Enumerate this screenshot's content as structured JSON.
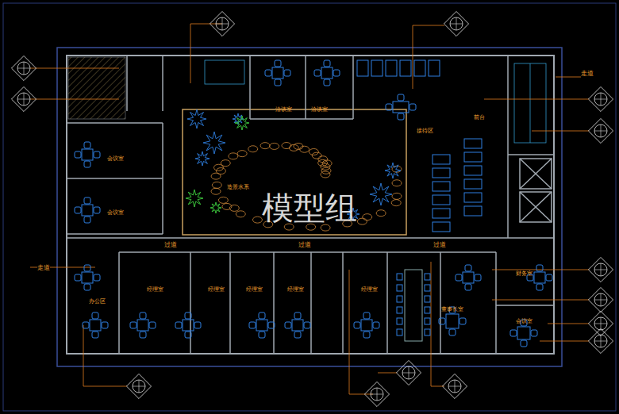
{
  "diagram": {
    "nodes": [
      {
        "text": [
          "会议室"
        ]
      },
      {
        "text": [
          "会议室"
        ]
      },
      {
        "text": [
          "洽谈室"
        ]
      },
      {
        "text": [
          "洽谈室"
        ]
      },
      {
        "text": [
          "造景水系"
        ]
      },
      {
        "text": [
          "接待区"
        ]
      },
      {
        "text": [
          "前台"
        ]
      },
      {
        "text": [
          "办公区"
        ]
      },
      {
        "text": [
          "经理室"
        ]
      },
      {
        "text": [
          "经理室"
        ]
      },
      {
        "text": [
          "经理室"
        ]
      },
      {
        "text": [
          "经理室"
        ]
      },
      {
        "text": [
          "经理室"
        ]
      },
      {
        "text": [
          "董事长室"
        ]
      },
      {
        "text": [
          "财务室"
        ]
      },
      {
        "text": [
          "会议室"
        ]
      }
    ],
    "labels": [
      "走道",
      "走道",
      "过道",
      "过道",
      "过道",
      "模型组"
    ]
  }
}
